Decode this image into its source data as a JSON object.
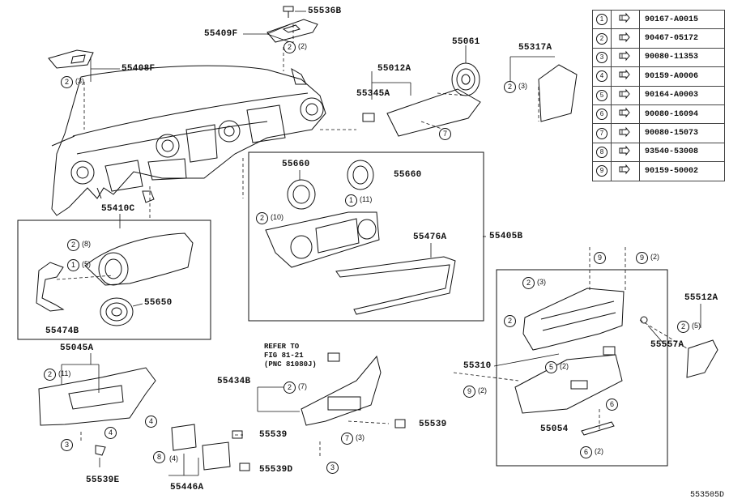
{
  "diagram_id": "553505D",
  "part_labels": {
    "p55536B": "55536B",
    "p55409F": "55409F",
    "p55408F": "55408F",
    "p55012A": "55012A",
    "p55061": "55061",
    "p55317A": "55317A",
    "p55345A": "55345A",
    "p55660a": "55660",
    "p55660b": "55660",
    "p55410C": "55410C",
    "p55405B": "55405B",
    "p55476A": "55476A",
    "p55650": "55650",
    "p55474B": "55474B",
    "p55512A": "55512A",
    "p55557A": "55557A",
    "p55310": "55310",
    "p55045A": "55045A",
    "p55434B": "55434B",
    "p55539a": "55539",
    "p55539b": "55539",
    "p55539D": "55539D",
    "p55539E": "55539E",
    "p55446A": "55446A",
    "p55054": "55054"
  },
  "refer_note": "REFER TO\nFIG 81-21\n(PNC 81080J)",
  "legend": [
    {
      "num": "1",
      "part": "90167-A0015"
    },
    {
      "num": "2",
      "part": "90467-05172"
    },
    {
      "num": "3",
      "part": "90080-11353"
    },
    {
      "num": "4",
      "part": "90159-A0006"
    },
    {
      "num": "5",
      "part": "90164-A0003"
    },
    {
      "num": "6",
      "part": "90080-16094"
    },
    {
      "num": "7",
      "part": "90080-15073"
    },
    {
      "num": "8",
      "part": "93540-53008"
    },
    {
      "num": "9",
      "part": "90159-50002"
    }
  ],
  "callouts": {
    "c_55409F_num": "2",
    "c_55409F_qty": "(2)",
    "c_55408F_num": "2",
    "c_55408F_qty": "(3)",
    "c_55317A_num": "2",
    "c_55317A_qty": "(3)",
    "c_55012A_num": "7",
    "c_55660_num": "1",
    "c_55660_qty": "(11)",
    "c_55405B_num": "2",
    "c_55405B_qty": "(10)",
    "c_55410a_num": "2",
    "c_55410a_qty": "(8)",
    "c_55410b_num": "1",
    "c_55410b_qty": "(5)",
    "c_9a_num": "9",
    "c_9b_num": "9",
    "c_9b_qty": "(2)",
    "c_55512_num": "2",
    "c_55512_qty": "(5)",
    "c_55310a_num": "2",
    "c_55310a_qty": "(3)",
    "c_55310b_num": "2",
    "c_55310c_num": "5",
    "c_55310c_qty": "(2)",
    "c_55310d_num": "9",
    "c_55310d_qty": "(2)",
    "c_55054a_num": "6",
    "c_55054b_num": "6",
    "c_55054b_qty": "(2)",
    "c_55045a_num": "2",
    "c_55045a_qty": "(11)",
    "c_55045b_num": "4",
    "c_55045c_num": "4",
    "c_55045d_num": "3",
    "c_55434a_num": "2",
    "c_55434a_qty": "(7)",
    "c_55434b_num": "7",
    "c_55434b_qty": "(3)",
    "c_55434c_num": "3",
    "c_55446a_num": "8",
    "c_55446b_qty": "(4)"
  }
}
